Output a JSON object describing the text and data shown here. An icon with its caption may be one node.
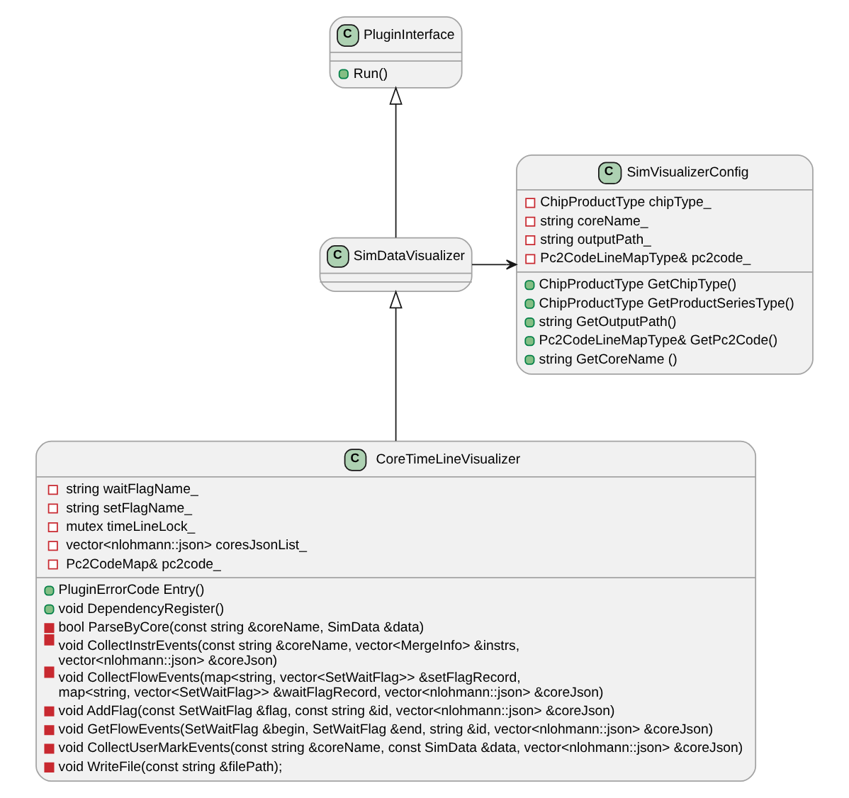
{
  "diagram": {
    "nodes": [
      {
        "text": [
          "C",
          "PluginInterface",
          "Run()"
        ]
      },
      {
        "text": [
          "C",
          "SimVisualizerConfig",
          "ChipProductType chipType_",
          "string coreName_",
          "string outputPath_",
          "Pc2CodeLineMapType& pc2code_",
          "ChipProductType GetChipType()",
          "ChipProductType GetProductSeriesType()",
          "string GetOutputPath()",
          "Pc2CodeLineMapType& GetPc2Code()",
          "string GetCoreName ()"
        ]
      },
      {
        "text": [
          "C",
          "SimDataVisualizer"
        ]
      },
      {
        "text": [
          "C",
          "CoreTimeLineVisualizer",
          "string waitFlagName_",
          "string setFlagName_",
          "mutex timeLineLock_",
          "vector<nlohmann::json> coresJsonList_",
          "Pc2CodeMap& pc2code_",
          "PluginErrorCode Entry()",
          "void DependencyRegister()",
          "bool ParseByCore(const string &coreName, SimData &data)",
          "void CollectInstrEvents(const string &coreName, vector<MergeInfo> &instrs, vector<nlohmann::json> &coreJson)",
          "void CollectFlowEvents(map<string, vector<SetWaitFlag>> &setFlagRecord, map<string, vector<SetWaitFlag>> &waitFlagRecord, vector<nlohmann::json> &coreJson)",
          "void AddFlag(const SetWaitFlag &flag, const string &id, vector<nlohmann::json> &coreJson)",
          "void GetFlowEvents(SetWaitFlag &begin, SetWaitFlag &end, string &id, vector<nlohmann::json> &coreJson)",
          "void CollectUserMarkEvents(const string &coreName, const SimData &data, vector<nlohmann::json> &coreJson)",
          "void WriteFile(const string &filePath);"
        ]
      }
    ],
    "edges": [
      {
        "from": 2,
        "to": 0,
        "arrow": "to"
      },
      {
        "from": 2,
        "to": 1,
        "arrow": "to"
      },
      {
        "from": 3,
        "to": 2,
        "arrow": "to"
      }
    ]
  }
}
